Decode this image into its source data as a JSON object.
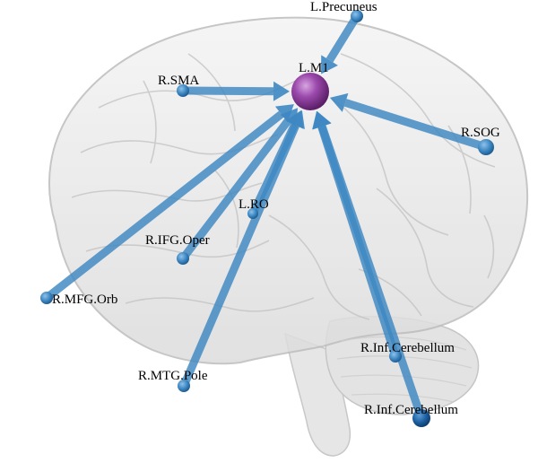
{
  "hub": {
    "label": "L.M1",
    "color": "#8e3f9e"
  },
  "edge_color": "#3d87c2",
  "nodes": [
    {
      "id": "l-precuneus",
      "label": "L.Precuneus"
    },
    {
      "id": "r-sma",
      "label": "R.SMA"
    },
    {
      "id": "r-sog",
      "label": "R.SOG"
    },
    {
      "id": "l-ro",
      "label": "L.RO"
    },
    {
      "id": "r-ifg-oper",
      "label": "R.IFG.Oper"
    },
    {
      "id": "r-mfg-orb",
      "label": "R.MFG.Orb"
    },
    {
      "id": "r-mtg-pole",
      "label": "R.MTG.Pole"
    },
    {
      "id": "r-inf-cerebellum-1",
      "label": "R.Inf.Cerebellum"
    },
    {
      "id": "r-inf-cerebellum-2",
      "label": "R.Inf.Cerebellum"
    }
  ]
}
